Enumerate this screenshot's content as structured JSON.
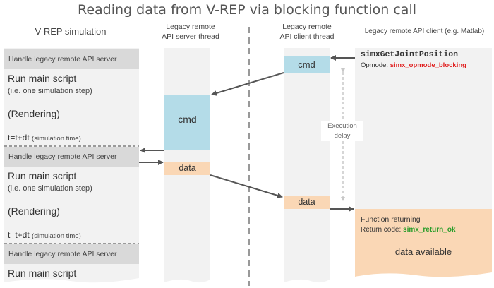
{
  "title": "Reading data from V-REP via blocking function call",
  "columns": {
    "simulation": "V-REP simulation",
    "server_line1": "Legacy remote",
    "server_line2": "API server thread",
    "client_line1": "Legacy remote",
    "client_line2": "API client thread",
    "app": "Legacy remote API client (e.g. Matlab)"
  },
  "simulation_blocks": [
    {
      "header": "Handle legacy remote API server",
      "run": "Run main script",
      "step": "(i.e. one simulation step)",
      "render": "(Rendering)",
      "time": "t=t+dt",
      "time_note": "(simulation time)"
    },
    {
      "header": "Handle legacy remote API server",
      "run": "Run main script",
      "step": "(i.e. one simulation step)",
      "render": "(Rendering)",
      "time": "t=t+dt",
      "time_note": "(simulation time)"
    },
    {
      "header": "Handle legacy remote API server",
      "run": "Run main script"
    }
  ],
  "server_boxes": {
    "cmd": "cmd",
    "data": "data"
  },
  "client_boxes": {
    "cmd": "cmd",
    "data": "data"
  },
  "client_call": {
    "function": "simxGetJointPosition",
    "opmode_label": "Opmode:",
    "opmode_value": "simx_opmode_blocking"
  },
  "delay_label_line1": "Execution",
  "delay_label_line2": "delay",
  "result": {
    "returning": "Function returning",
    "code_label": "Return code:",
    "code_value": "simx_return_ok",
    "available": "data available"
  },
  "colors": {
    "cmd_fill": "#b4dce8",
    "data_fill": "#fad7b5",
    "column_fill": "#f2f2f2",
    "header_fill": "#d9d9d9",
    "arrow": "#555555",
    "error_red": "#e02020",
    "ok_green": "#2a9d2a"
  }
}
